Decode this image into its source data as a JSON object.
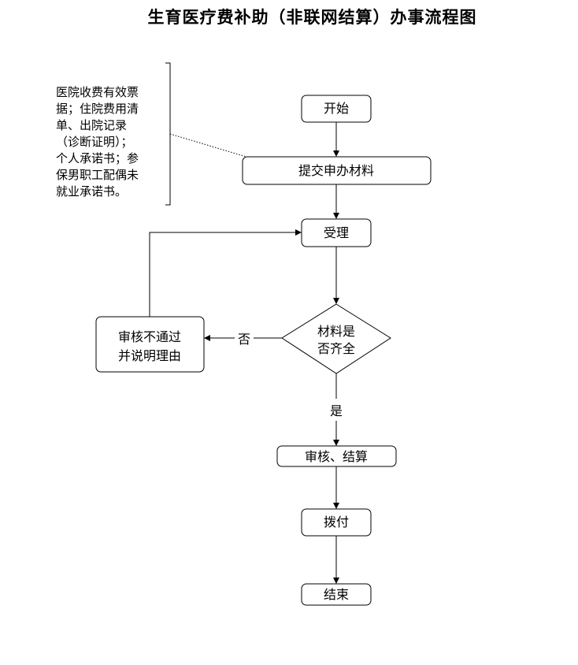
{
  "title": "生育医疗费补助（非联网结算）办事流程图",
  "note": {
    "lines": [
      "医院收费有效票",
      "据；住院费用清",
      "单、出院记录",
      "（诊断证明）；",
      "个人承诺书；参",
      "保男职工配偶未",
      "就业承诺书。"
    ]
  },
  "nodes": {
    "start": "开始",
    "submit": "提交申办材料",
    "accept": "受理",
    "decision_line1": "材料是",
    "decision_line2": "否齐全",
    "reject_line1": "审核不通过",
    "reject_line2": "并说明理由",
    "review": "审核、结算",
    "pay": "拨付",
    "end": "结束"
  },
  "edges": {
    "no_label": "否",
    "yes_label": "是"
  }
}
